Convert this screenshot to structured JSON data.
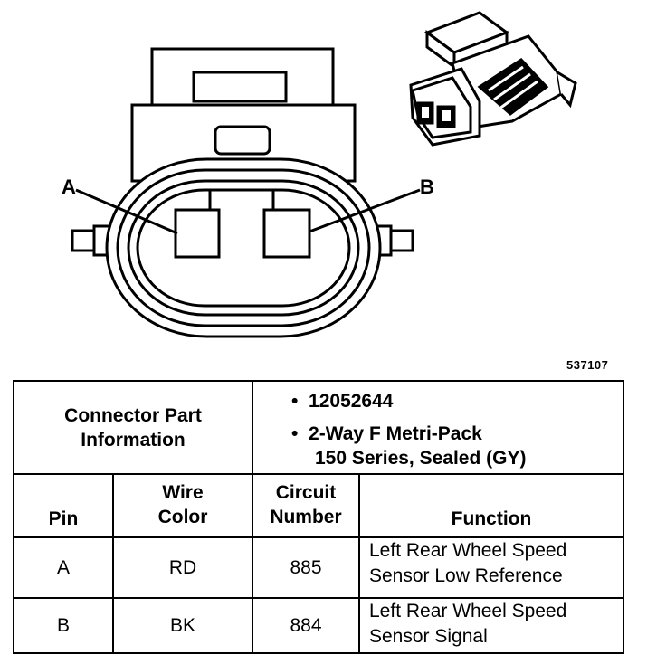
{
  "diagram": {
    "label_a": "A",
    "label_b": "B",
    "figure_number": "537107"
  },
  "table": {
    "part_info_header": [
      "Connector Part",
      "Information"
    ],
    "part_info": {
      "part_number": "12052644",
      "description_line1": "2-Way F Metri-Pack",
      "description_line2": "150 Series, Sealed (GY)"
    },
    "columns": {
      "pin": "Pin",
      "wire_color": [
        "Wire",
        "Color"
      ],
      "circuit_number": [
        "Circuit",
        "Number"
      ],
      "function": "Function"
    },
    "rows": [
      {
        "pin": "A",
        "wire_color": "RD",
        "circuit": "885",
        "function": [
          "Left Rear Wheel Speed",
          "Sensor Low Reference"
        ]
      },
      {
        "pin": "B",
        "wire_color": "BK",
        "circuit": "884",
        "function": [
          "Left Rear Wheel Speed",
          "Sensor Signal"
        ]
      }
    ]
  }
}
